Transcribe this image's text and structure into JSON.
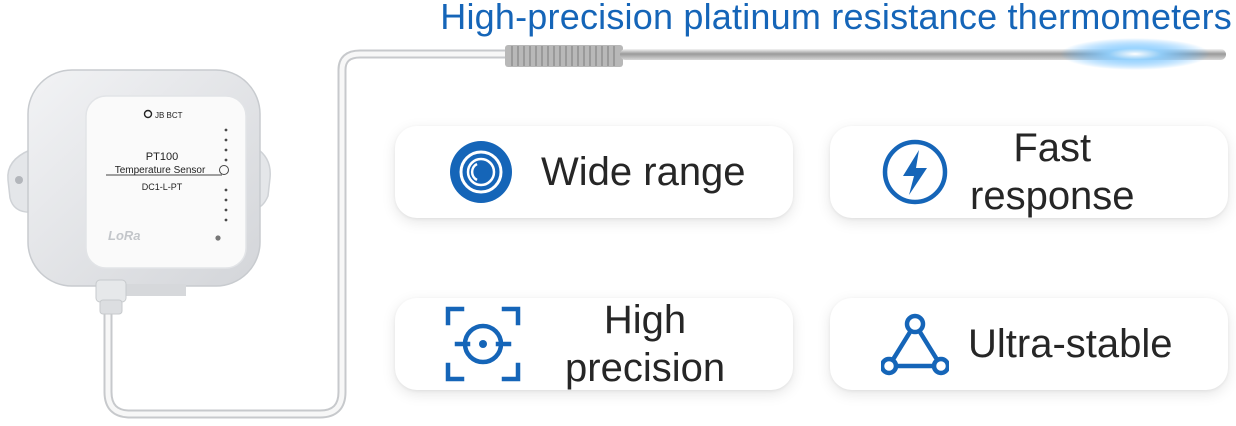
{
  "headline": "High-precision platinum resistance thermometers",
  "colors": {
    "accent": "#1565b8",
    "text": "#262626",
    "card_bg": "#ffffff"
  },
  "device": {
    "brand": "JB BCT",
    "model": "PT100",
    "product": "Temperature Sensor",
    "code": "DC1-L-PT",
    "radio": "LoRa"
  },
  "features": [
    {
      "icon": "target-rings-icon",
      "lines": [
        "Wide range"
      ]
    },
    {
      "icon": "lightning-bolt-icon",
      "lines": [
        "Fast",
        "response"
      ]
    },
    {
      "icon": "focus-frame-icon",
      "lines": [
        "High",
        "precision"
      ]
    },
    {
      "icon": "triangle-nodes-icon",
      "lines": [
        "Ultra-stable"
      ]
    }
  ]
}
